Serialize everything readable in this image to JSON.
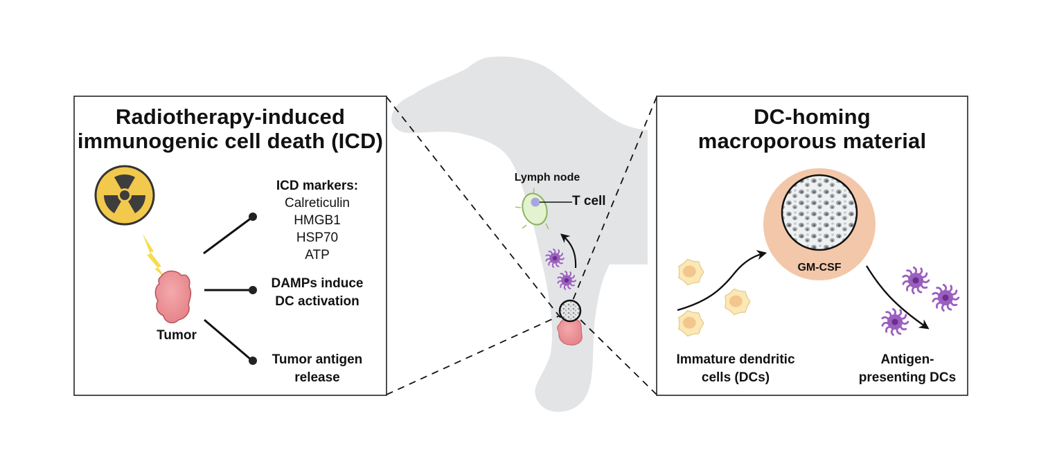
{
  "left_panel": {
    "title_line1": "Radiotherapy-induced",
    "title_line2": "immunogenic cell death (ICD)",
    "radiation_icon": "radiation-hazard-icon",
    "lightning_icon": "lightning-bolt-icon",
    "tumor_label": "Tumor",
    "outcomes": [
      {
        "heading": "ICD markers:",
        "items": [
          "Calreticulin",
          "HMGB1",
          "HSP70",
          "ATP"
        ]
      },
      {
        "line1": "DAMPs induce",
        "line2": "DC activation"
      },
      {
        "line1": "Tumor antigen",
        "line2": "release"
      }
    ]
  },
  "center": {
    "silhouette": "dog-silhouette",
    "lymph_node_label": "Lymph node",
    "t_cell_label": "T cell",
    "colors": {
      "silhouette": "#e3e4e6",
      "t_cell": "#dff0c8",
      "dc": "#9b5fc0",
      "tumor": "#e8868a"
    }
  },
  "right_panel": {
    "title_line1": "DC-homing",
    "title_line2": "macroporous material",
    "material_label": "GM-CSF",
    "immature_label_line1": "Immature dendritic",
    "immature_label_line2": "cells (DCs)",
    "mature_label_line1": "Antigen-",
    "mature_label_line2": "presenting DCs",
    "colors": {
      "halo": "#f2c7aa",
      "immature_dc": "#fbe8b5",
      "mature_dc": "#9b5fc0"
    }
  }
}
